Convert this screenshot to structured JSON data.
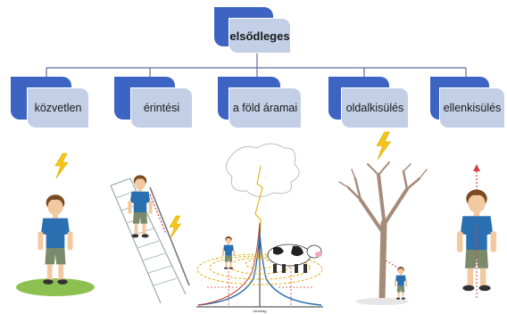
{
  "diagram": {
    "root": {
      "label": "elsődleges"
    },
    "children": [
      {
        "label": "közvetlen"
      },
      {
        "label": "érintési"
      },
      {
        "label": "a föld áramai"
      },
      {
        "label": "oldalkisülés"
      },
      {
        "label": "ellenkisülés"
      }
    ]
  },
  "illustrations": {
    "ground_current_axis_label": "távolság"
  },
  "colors": {
    "box_dark": "#3d64c2",
    "box_light": "#c2cfe6",
    "connector": "#5a6f99",
    "lightning": "#f5c518",
    "shirt": "#2a6fb0",
    "shorts": "#7a8a6a",
    "grass": "#8cc152"
  }
}
